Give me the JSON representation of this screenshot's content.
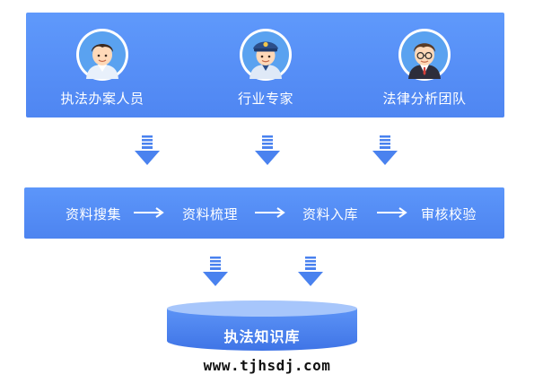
{
  "roles": [
    {
      "label": "执法办案人员",
      "icon": "officer-icon"
    },
    {
      "label": "行业专家",
      "icon": "police-cap-icon"
    },
    {
      "label": "法律分析团队",
      "icon": "glasses-person-icon"
    }
  ],
  "flow": {
    "steps": [
      "资料搜集",
      "资料梳理",
      "资料入库",
      "审核校验"
    ]
  },
  "database": {
    "label": "执法知识库"
  },
  "footer": {
    "url": "www.tjhsdj.com"
  },
  "colors": {
    "accent": "#4f86f2",
    "panel_top": "#5f99fb",
    "arrow": "#4a82ef",
    "db_top": "#9cc0fb"
  }
}
